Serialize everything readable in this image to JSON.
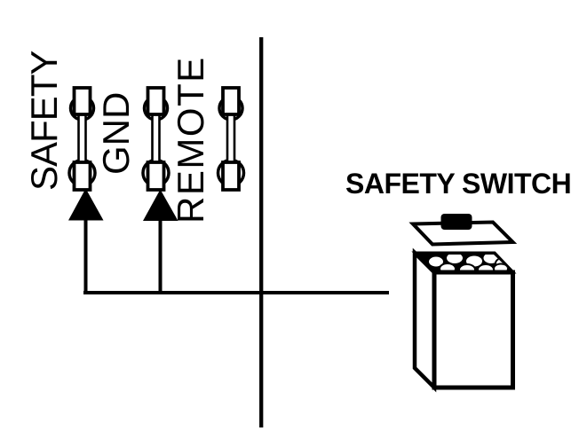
{
  "terminals": {
    "items": [
      {
        "label": "SAFETY",
        "connected_by_arrow": true
      },
      {
        "label": "GND",
        "connected_by_arrow": true
      },
      {
        "label": "REMOTE",
        "connected_by_arrow": false
      }
    ]
  },
  "switch": {
    "label": "SAFETY SWITCH"
  },
  "colors": {
    "ink": "#000000",
    "background": "#ffffff"
  }
}
